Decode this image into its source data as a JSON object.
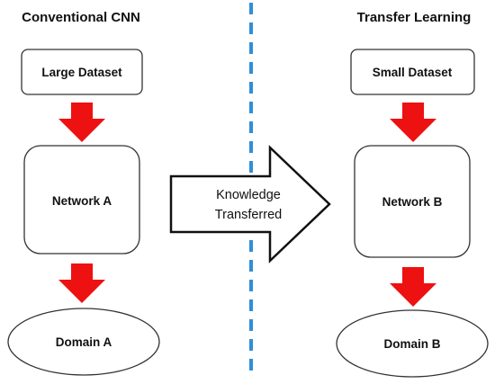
{
  "left": {
    "title": "Conventional CNN",
    "dataset": "Large Dataset",
    "network": "Network A",
    "domain": "Domain A"
  },
  "right": {
    "title": "Transfer Learning",
    "dataset": "Small Dataset",
    "network": "Network B",
    "domain": "Domain B"
  },
  "transfer_arrow": {
    "line1": "Knowledge",
    "line2": "Transferred"
  },
  "colors": {
    "arrow_red": "#ee1111",
    "divider_blue": "#2f8fd8",
    "outline": "#333333"
  }
}
